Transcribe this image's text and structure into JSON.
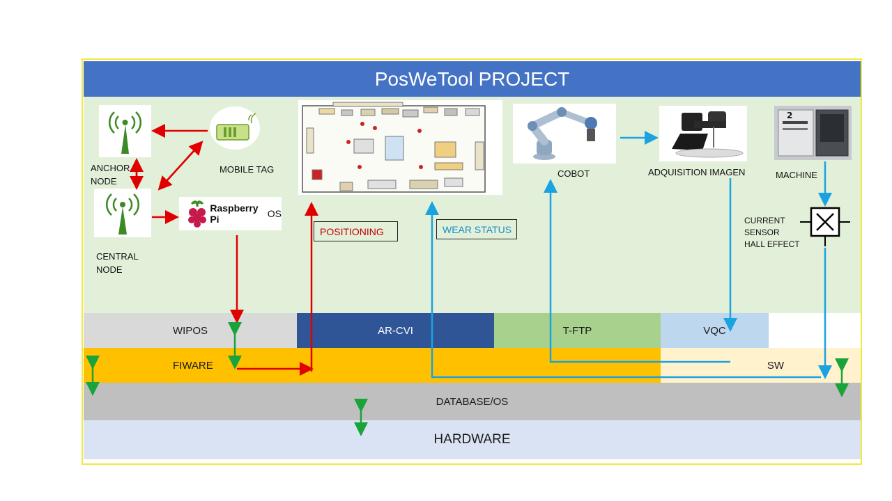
{
  "title": "PosWeTool PROJECT",
  "nodes": {
    "anchor_node": "ANCHOR\nNODE",
    "central_node": "CENTRAL\nNODE",
    "mobile_tag": "MOBILE TAG",
    "raspberry": "Raspberry Pi",
    "raspberry_os": "OS",
    "cobot": "COBOT",
    "acquisition": "ADQUISITION IMAGEN",
    "machine": "MACHINE",
    "current_sensor": "CURRENT\nSENSOR\nHALL EFFECT"
  },
  "tags": {
    "positioning": "POSITIONING",
    "wear_status": "WEAR STATUS"
  },
  "layers": {
    "wipos": "WIPOS",
    "ar_cvi": "AR-CVI",
    "t_ftp": "T-FTP",
    "vqc": "VQC",
    "fiware": "FIWARE",
    "sw": "SW",
    "database": "DATABASE/OS",
    "hardware": "HARDWARE"
  },
  "colors": {
    "title_bg": "#4472c4",
    "green_bg": "#e2efd9",
    "red_arrow": "#e00000",
    "blue_arrow": "#1aa3e0",
    "green_arrow": "#1aa33a",
    "wipos": "#d9d9d9",
    "ar_cvi": "#2f5597",
    "t_ftp": "#a9d18e",
    "vqc": "#bdd7ee",
    "fiware": "#ffc000",
    "sw": "#fff2cc",
    "database": "#bfbfbf",
    "hardware": "#dae3f3"
  }
}
